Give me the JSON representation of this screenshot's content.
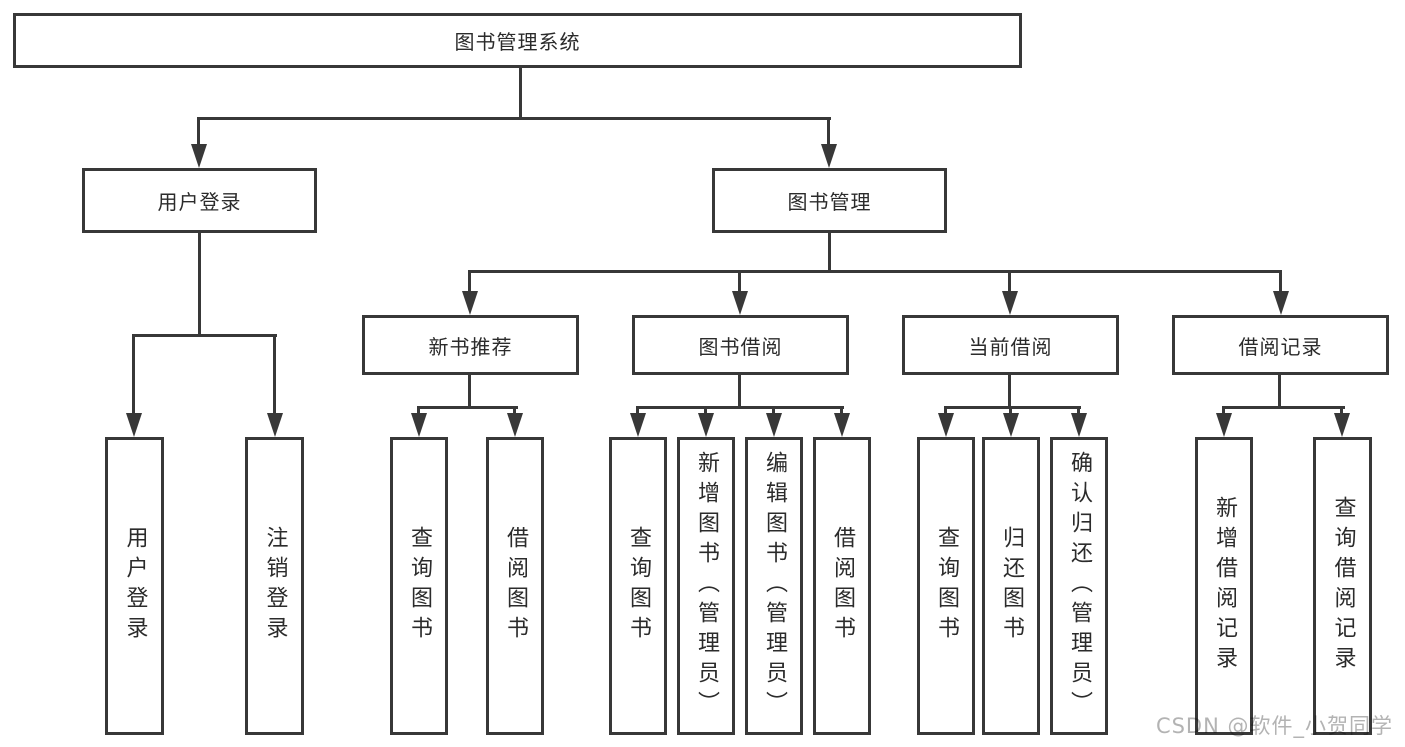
{
  "tree": {
    "root": {
      "label": "图书管理系统"
    },
    "branches": [
      {
        "label": "用户登录",
        "leaves": [
          {
            "label": "用户登录"
          },
          {
            "label": "注销登录"
          }
        ]
      },
      {
        "label": "图书管理",
        "groups": [
          {
            "label": "新书推荐",
            "leaves": [
              {
                "label": "查询图书"
              },
              {
                "label": "借阅图书"
              }
            ]
          },
          {
            "label": "图书借阅",
            "leaves": [
              {
                "label": "查询图书"
              },
              {
                "label": "新增图书（管理员）"
              },
              {
                "label": "编辑图书（管理员）"
              },
              {
                "label": "借阅图书"
              }
            ]
          },
          {
            "label": "当前借阅",
            "leaves": [
              {
                "label": "查询图书"
              },
              {
                "label": "归还图书"
              },
              {
                "label": "确认归还（管理员）"
              }
            ]
          },
          {
            "label": "借阅记录",
            "leaves": [
              {
                "label": "新增借阅记录"
              },
              {
                "label": "查询借阅记录"
              }
            ]
          }
        ]
      }
    ]
  },
  "watermark": "CSDN @软件_小贺同学",
  "colors": {
    "line": "#383838",
    "text": "#2b2b2b",
    "background": "#ffffff",
    "watermark": "#b3b3b3"
  }
}
